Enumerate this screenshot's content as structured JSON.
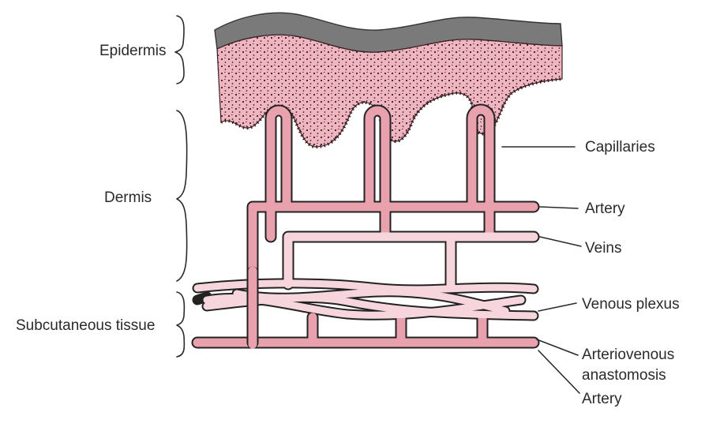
{
  "labels": {
    "left": {
      "epidermis": "Epidermis",
      "dermis": "Dermis",
      "subcutaneous": "Subcutaneous tissue"
    },
    "right": {
      "capillaries": "Capillaries",
      "artery_upper": "Artery",
      "veins": "Veins",
      "venous_plexus": "Venous plexus",
      "av_anastomosis_line1": "Arteriovenous",
      "av_anastomosis_line2": "anastomosis",
      "artery_lower": "Artery"
    }
  },
  "colors": {
    "artery": "#e8a1ad",
    "vein": "#f6d6dc",
    "epidermis_fill": "#eeb4bf",
    "stratum_corneum": "#7a7a7a",
    "outline": "#222222"
  }
}
